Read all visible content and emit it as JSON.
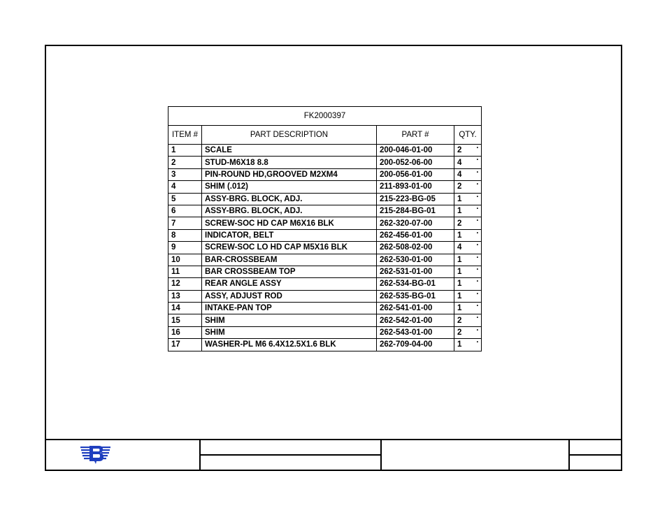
{
  "bom": {
    "assembly_number": "FK2000397",
    "headers": {
      "item": "ITEM #",
      "description": "PART DESCRIPTION",
      "part": "PART #",
      "qty": "QTY."
    },
    "rows": [
      {
        "item": "1",
        "description": "SCALE",
        "part": "200-046-01-00",
        "qty": "2"
      },
      {
        "item": "2",
        "description": "STUD-M6X18 8.8",
        "part": "200-052-06-00",
        "qty": "4"
      },
      {
        "item": "3",
        "description": "PIN-ROUND HD,GROOVED M2XM4",
        "part": "200-056-01-00",
        "qty": "4"
      },
      {
        "item": "4",
        "description": "SHIM (.012)",
        "part": "211-893-01-00",
        "qty": "2"
      },
      {
        "item": "5",
        "description": "ASSY-BRG. BLOCK, ADJ.",
        "part": "215-223-BG-05",
        "qty": "1"
      },
      {
        "item": "6",
        "description": "ASSY-BRG. BLOCK, ADJ.",
        "part": "215-284-BG-01",
        "qty": "1"
      },
      {
        "item": "7",
        "description": "SCREW-SOC HD CAP M6X16 BLK",
        "part": "262-320-07-00",
        "qty": "2"
      },
      {
        "item": "8",
        "description": "INDICATOR, BELT",
        "part": "262-456-01-00",
        "qty": "1"
      },
      {
        "item": "9",
        "description": "SCREW-SOC LO HD CAP M5X16 BLK",
        "part": "262-508-02-00",
        "qty": "4"
      },
      {
        "item": "10",
        "description": "BAR-CROSSBEAM",
        "part": "262-530-01-00",
        "qty": "1"
      },
      {
        "item": "11",
        "description": "BAR CROSSBEAM TOP",
        "part": "262-531-01-00",
        "qty": "1"
      },
      {
        "item": "12",
        "description": "REAR ANGLE ASSY",
        "part": "262-534-BG-01",
        "qty": "1"
      },
      {
        "item": "13",
        "description": "ASSY, ADJUST ROD",
        "part": "262-535-BG-01",
        "qty": "1"
      },
      {
        "item": "14",
        "description": "INTAKE-PAN TOP",
        "part": "262-541-01-00",
        "qty": "1"
      },
      {
        "item": "15",
        "description": "SHIM",
        "part": "262-542-01-00",
        "qty": "2"
      },
      {
        "item": "16",
        "description": "SHIM",
        "part": "262-543-01-00",
        "qty": "2"
      },
      {
        "item": "17",
        "description": "WASHER-PL M6 6.4X12.5X1.6 BLK",
        "part": "262-709-04-00",
        "qty": "1"
      }
    ]
  },
  "colors": {
    "logo_blue": "#1f3fbf",
    "line": "#000000"
  },
  "icons": {
    "logo": "company-logo-icon"
  }
}
